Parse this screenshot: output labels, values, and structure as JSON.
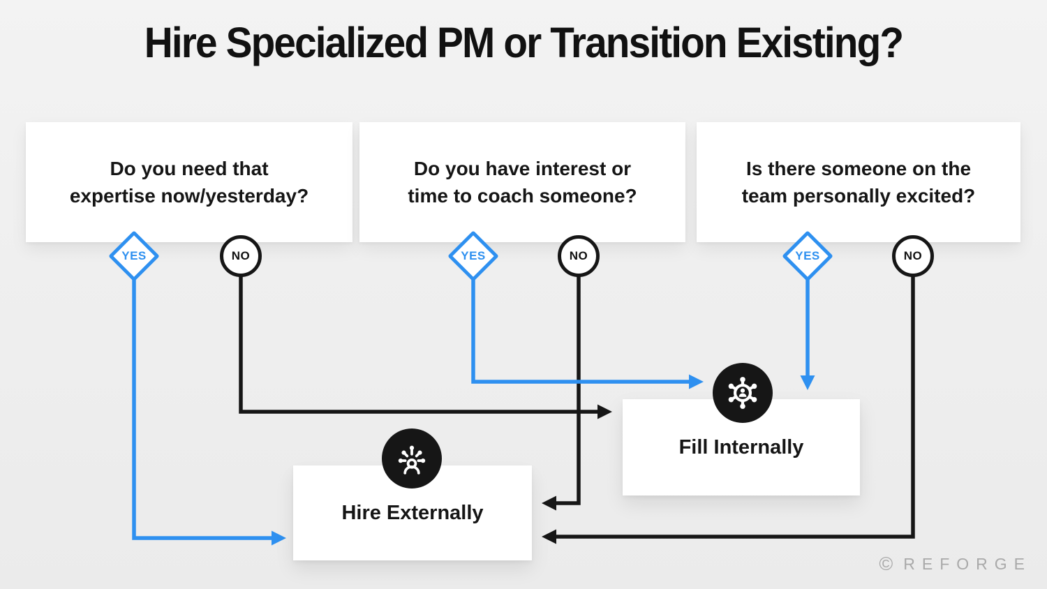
{
  "title": "Hire Specialized PM or Transition Existing?",
  "colors": {
    "background": "#efefef",
    "box": "#ffffff",
    "blue_accent": "#2e90f0",
    "black_accent": "#161616",
    "logo_gray": "#a9a9a9"
  },
  "questions": [
    {
      "id": "q1",
      "lines": [
        "Do you need that",
        "expertise now/yesterday?"
      ],
      "yes_label": "YES",
      "no_label": "NO"
    },
    {
      "id": "q2",
      "lines": [
        "Do you have interest or",
        "time to coach someone?"
      ],
      "yes_label": "YES",
      "no_label": "NO"
    },
    {
      "id": "q3",
      "lines": [
        "Is there someone on the",
        "team personally excited?"
      ],
      "yes_label": "YES",
      "no_label": "NO"
    }
  ],
  "outcomes": [
    {
      "id": "fill-internally",
      "label": "Fill Internally",
      "icon": "org-network-person-icon"
    },
    {
      "id": "hire-externally",
      "label": "Hire Externally",
      "icon": "person-spark-icon"
    }
  ],
  "connections": [
    {
      "from": "q1",
      "answer": "YES",
      "to": "hire-externally",
      "color": "blue"
    },
    {
      "from": "q1",
      "answer": "NO",
      "to": "fill-internally",
      "color": "black"
    },
    {
      "from": "q2",
      "answer": "YES",
      "to": "fill-internally",
      "color": "blue"
    },
    {
      "from": "q2",
      "answer": "NO",
      "to": "hire-externally",
      "color": "black"
    },
    {
      "from": "q3",
      "answer": "YES",
      "to": "fill-internally",
      "color": "blue"
    },
    {
      "from": "q3",
      "answer": "NO",
      "to": "hire-externally",
      "color": "black"
    }
  ],
  "footer": {
    "copyright_symbol": "©",
    "logo_text": "REFORGE"
  }
}
